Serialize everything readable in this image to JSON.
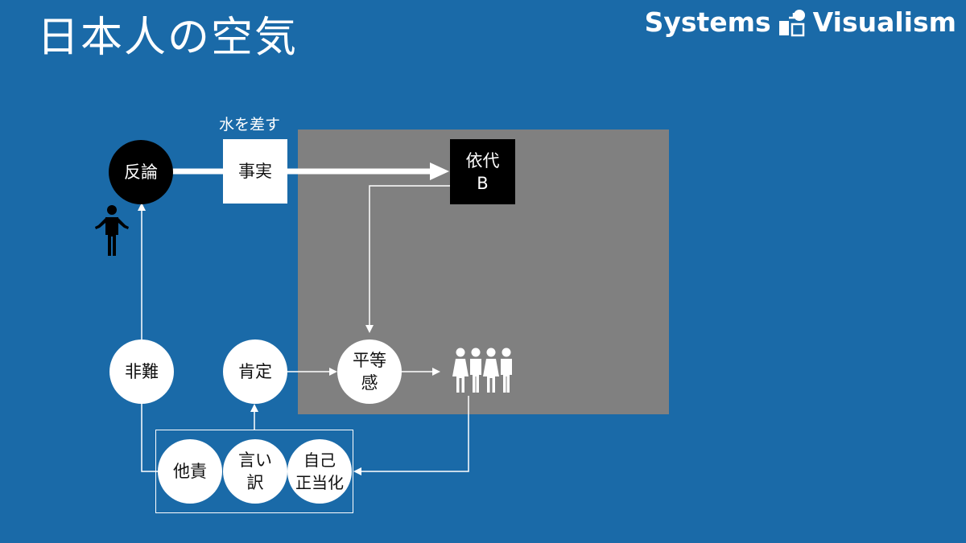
{
  "slide": {
    "title": "日本人の空気",
    "brand": {
      "left": "Systems",
      "right": "Visualism"
    }
  },
  "nodes": {
    "hanron": "反論",
    "jijitsu": "事実",
    "mizu_label": "水を差す",
    "izon_line1": "依代",
    "izon_line2": "B",
    "hinan": "非難",
    "koutei": "肯定",
    "byodo_line1": "平等",
    "byodo_line2": "感",
    "tasekI": "他責",
    "iiwake_line1": "言い",
    "iiwake_line2": "訳",
    "jiko_line1": "自己",
    "jiko_line2": "正当化"
  },
  "colors": {
    "background": "#1a6aa8",
    "region": "#808080",
    "white": "#ffffff",
    "black": "#000000"
  }
}
